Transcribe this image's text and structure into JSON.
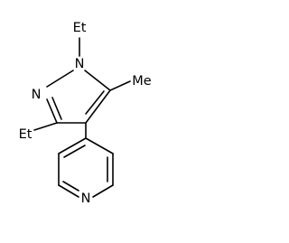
{
  "molecule": {
    "atoms": {
      "n1": "N",
      "n2": "N",
      "n_pyridine": "N"
    },
    "substituents": {
      "ethyl_n1": "Et",
      "ethyl_c3": "Et",
      "methyl_c5": "Me"
    }
  }
}
